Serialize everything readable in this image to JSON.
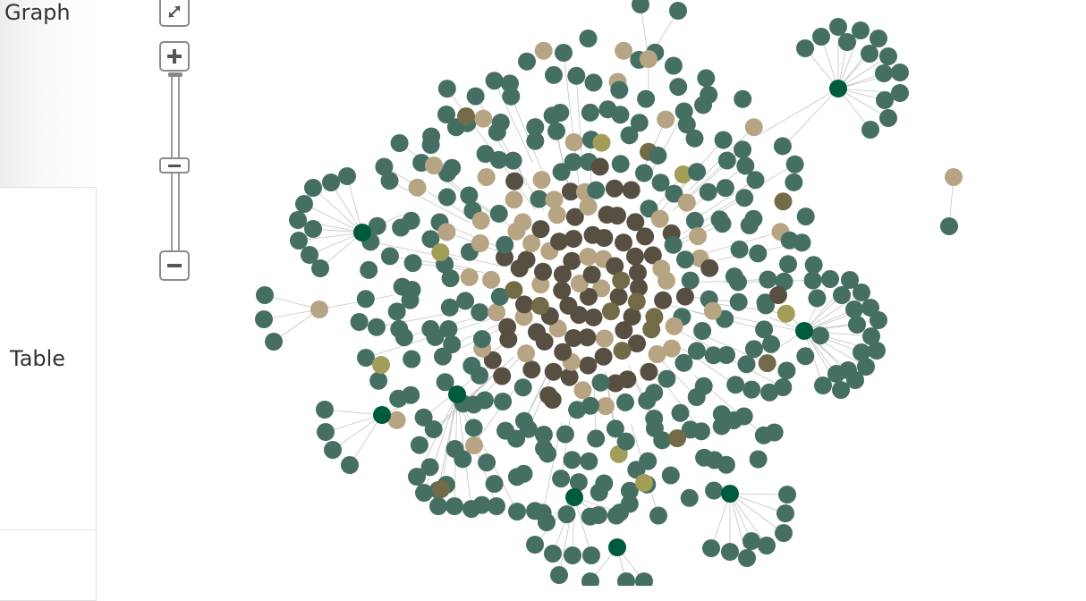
{
  "tabs": [
    {
      "label": "Graph",
      "active": true
    },
    {
      "label": "Table",
      "active": false
    }
  ],
  "zoom_controls": {
    "fullscreen_icon": "expand-arrows-icon",
    "zoom_in_icon": "plus-icon",
    "zoom_out_icon": "minus-icon",
    "slider_level": 0.53
  },
  "colors": {
    "teal": "#466f64",
    "hub": "#005a40",
    "tan": "#b6a483",
    "dark": "#574f42",
    "olive": "#736b47",
    "mustard": "#a29e59",
    "edge": "#c4c4c4"
  }
}
